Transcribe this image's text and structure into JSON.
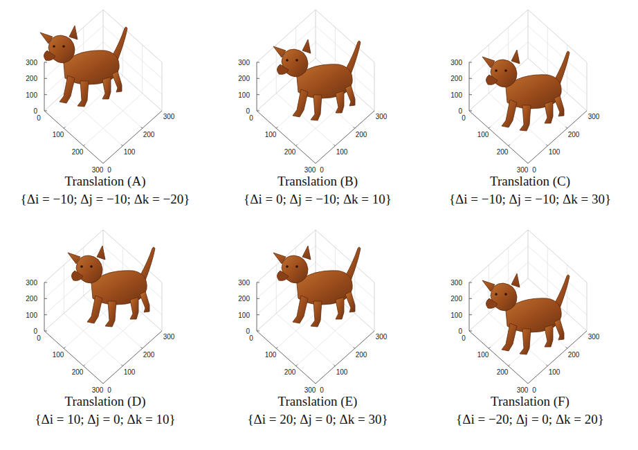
{
  "diagram": {
    "labels": [
      "300",
      "200",
      "100",
      "0",
      "0",
      "100",
      "200",
      "300",
      "300",
      "200",
      "100",
      "0",
      "Translation (A)",
      "{Δi = −10; Δj = −10; Δk = −20}",
      "300",
      "200",
      "100",
      "0",
      "0",
      "100",
      "200",
      "300",
      "300",
      "200",
      "100",
      "0",
      "Translation (B)",
      "{Δi = 0; Δj = −10; Δk = 10}",
      "300",
      "200",
      "100",
      "0",
      "0",
      "100",
      "200",
      "300",
      "300",
      "200",
      "100",
      "0",
      "Translation (C)",
      "{Δi = −10; Δj = −10; Δk = 30}",
      "300",
      "200",
      "100",
      "0",
      "0",
      "100",
      "200",
      "300",
      "300",
      "200",
      "100",
      "0",
      "Translation (D)",
      "{Δi = 10; Δj = 0; Δk = 10}",
      "300",
      "200",
      "100",
      "0",
      "0",
      "100",
      "200",
      "300",
      "300",
      "200",
      "100",
      "0",
      "Translation (E)",
      "{Δi = 20; Δj = 0; Δk = 30}",
      "300",
      "200",
      "100",
      "0",
      "0",
      "100",
      "200",
      "300",
      "300",
      "200",
      "100",
      "0",
      "Translation (F)",
      "{Δi = −20; Δj = 0; Δk = 20}"
    ]
  }
}
